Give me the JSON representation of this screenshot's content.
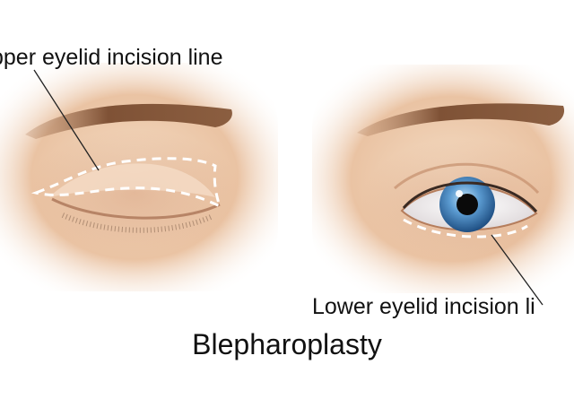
{
  "labels": {
    "upper_incision": "pper eyelid incision line",
    "lower_incision": "Lower eyelid incision li"
  },
  "title": "Blepharoplasty",
  "colors": {
    "skin": "#f0d1b5",
    "skin_shadow": "#d9a884",
    "brow": "#8a5a3c",
    "iris": "#4a86c4",
    "incision": "#ffffff"
  }
}
